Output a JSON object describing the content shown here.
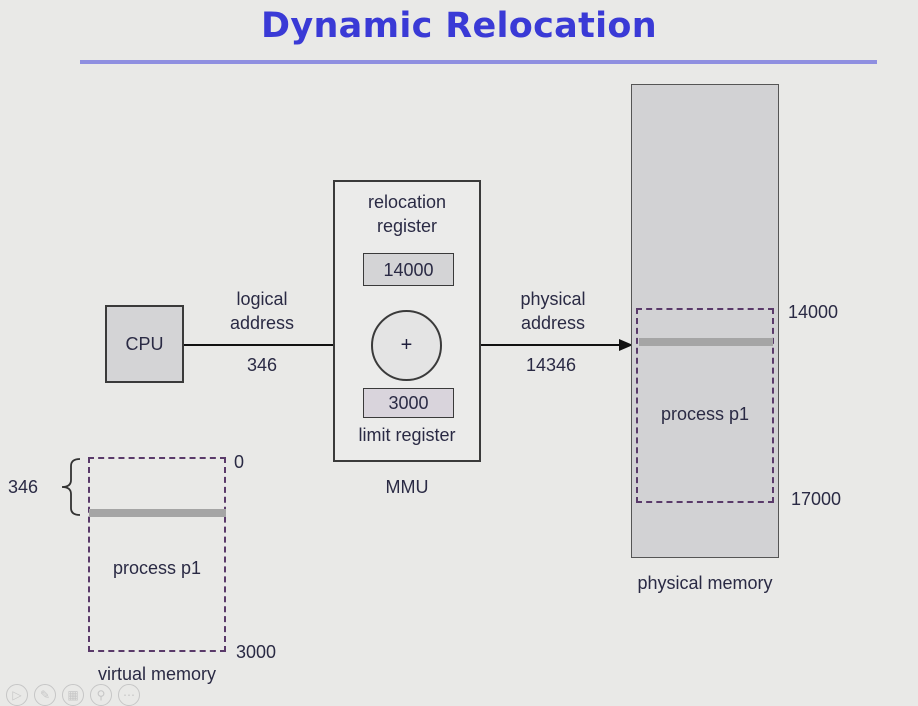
{
  "title": "Dynamic Relocation",
  "cpu": {
    "label": "CPU"
  },
  "logical_address": {
    "label_line1": "logical",
    "label_line2": "address",
    "value": "346"
  },
  "mmu": {
    "label": "MMU",
    "relocation_register": {
      "label_line1": "relocation",
      "label_line2": "register",
      "value": "14000"
    },
    "adder_symbol": "+",
    "limit_register": {
      "value": "3000",
      "label": "limit register"
    }
  },
  "physical_address": {
    "label_line1": "physical",
    "label_line2": "address",
    "value": "14346"
  },
  "physical_memory": {
    "label": "physical memory",
    "process_label": "process p1",
    "start_address": "14000",
    "end_address": "17000"
  },
  "virtual_memory": {
    "label": "virtual memory",
    "process_label": "process p1",
    "start_address": "0",
    "end_address": "3000",
    "offset_marker": "346"
  },
  "presentation_controls": [
    "play-icon",
    "pen-icon",
    "slides-icon",
    "zoom-icon",
    "more-icon"
  ]
}
